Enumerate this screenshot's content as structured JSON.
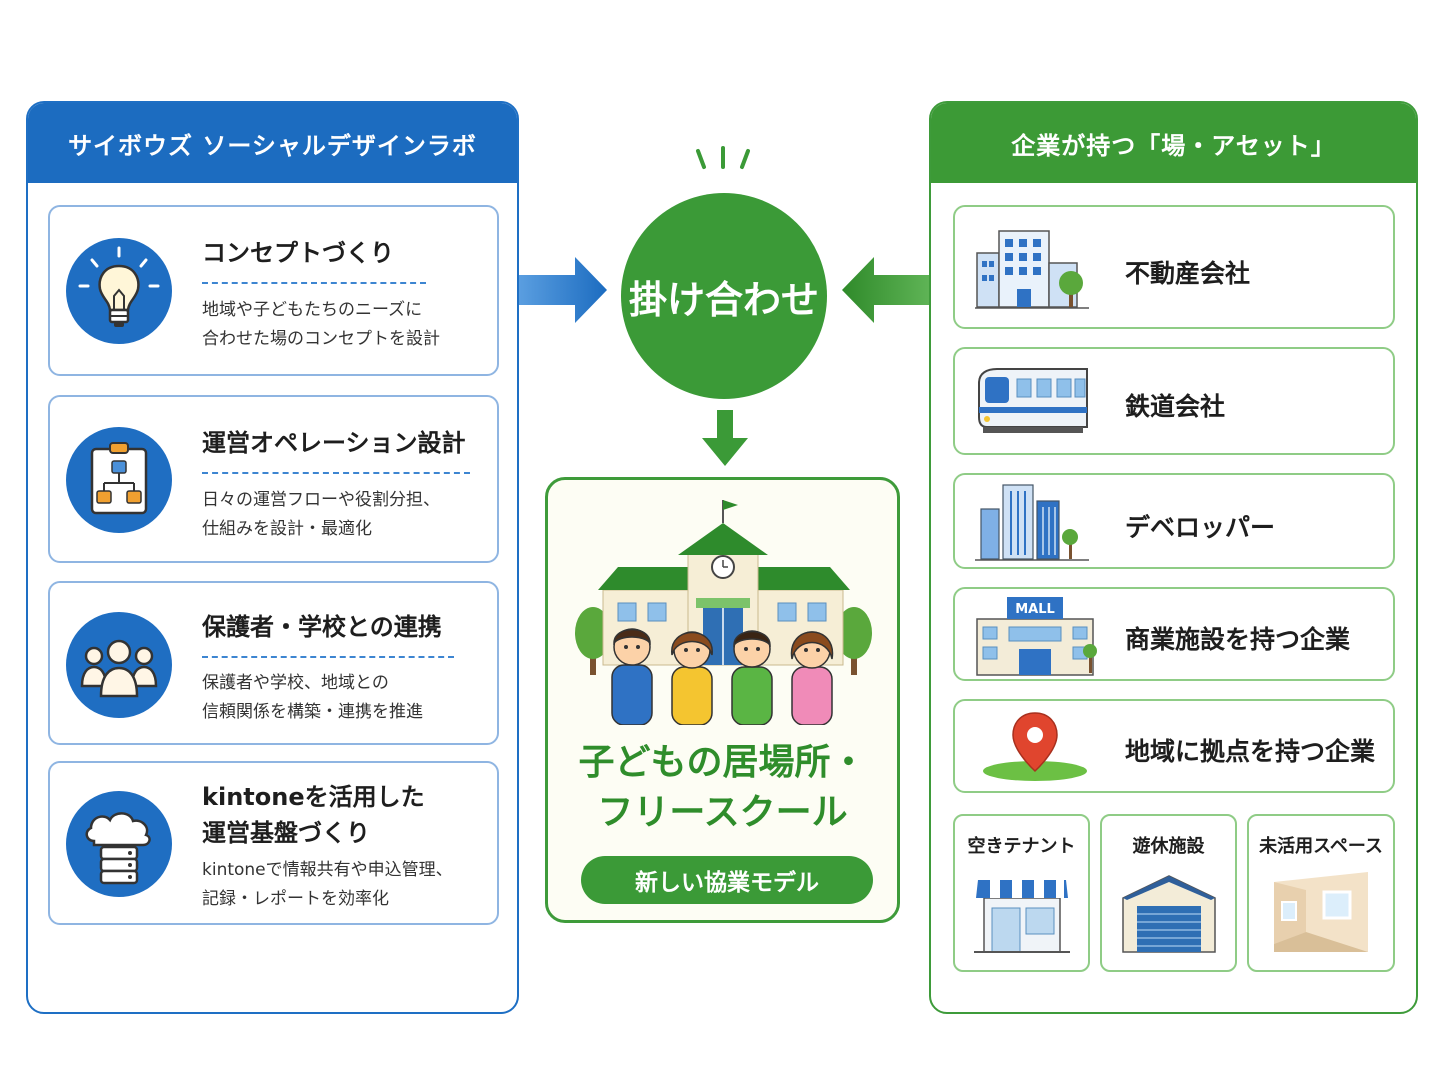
{
  "left": {
    "header": "サイボウズ ソーシャルデザインラボ",
    "items": [
      {
        "title": "コンセプトづくり",
        "desc1": "地域や子どもたちのニーズに",
        "desc2": "合わせた場のコンセプトを設計",
        "icon": "lightbulb-icon"
      },
      {
        "title": "運営オペレーション設計",
        "desc1": "日々の運営フローや役割分担、",
        "desc2": "仕組みを設計・最適化",
        "icon": "flowchart-clipboard-icon"
      },
      {
        "title": "保護者・学校との連携",
        "desc1": "保護者や学校、地域との",
        "desc2": "信頼関係を構築・連携を推進",
        "icon": "people-group-icon"
      },
      {
        "title": "kintoneを活用した",
        "title2": "運営基盤づくり",
        "desc1": "kintoneで情報共有や申込管理、",
        "desc2": "記録・レポートを効率化",
        "icon": "cloud-database-icon"
      }
    ]
  },
  "center": {
    "circle_label": "掛け合わせ",
    "title1": "子どもの居場所・",
    "title2": "フリースクール",
    "pill": "新しい協業モデル"
  },
  "right": {
    "header": "企業が持つ「場・アセット」",
    "items": [
      {
        "label": "不動産会社",
        "icon": "office-building-icon"
      },
      {
        "label": "鉄道会社",
        "icon": "train-icon"
      },
      {
        "label": "デベロッパー",
        "icon": "skyscrapers-icon"
      },
      {
        "label": "商業施設を持つ企業",
        "icon": "mall-icon",
        "sign": "MALL"
      },
      {
        "label": "地域に拠点を持つ企業",
        "icon": "map-pin-icon"
      }
    ],
    "small": [
      {
        "label": "空きテナント",
        "icon": "storefront-icon"
      },
      {
        "label": "遊休施設",
        "icon": "warehouse-icon"
      },
      {
        "label": "未活用スペース",
        "icon": "empty-room-icon"
      }
    ]
  },
  "colors": {
    "blue": "#1c6cc0",
    "green": "#3c9a36"
  }
}
